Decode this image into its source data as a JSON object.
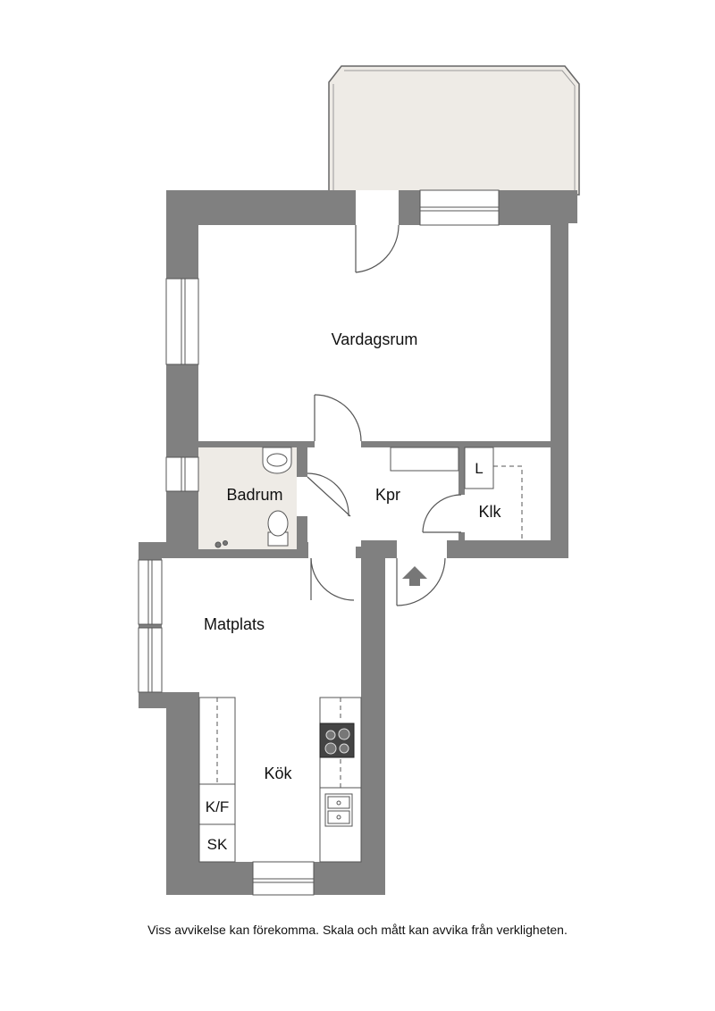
{
  "colors": {
    "wall": "#808080",
    "balcony": "#eeebe6",
    "bathroom": "#eeebe6",
    "floor": "#ffffff",
    "line": "#555555"
  },
  "rooms": {
    "vardagsrum": "Vardagsrum",
    "badrum": "Badrum",
    "kpr": "Kpr",
    "klk": "Klk",
    "matplats": "Matplats",
    "kok": "Kök"
  },
  "fixtures": {
    "linen": "L",
    "fridge_freezer": "K/F",
    "cabinet": "SK"
  },
  "icons": [
    "entrance-arrow-icon",
    "stove-icon",
    "sink-icon",
    "washbasin-icon",
    "toilet-icon",
    "floor-drain-icon"
  ],
  "footer": {
    "disclaimer": "Viss avvikelse kan förekomma. Skala och mått kan avvika från verkligheten."
  }
}
